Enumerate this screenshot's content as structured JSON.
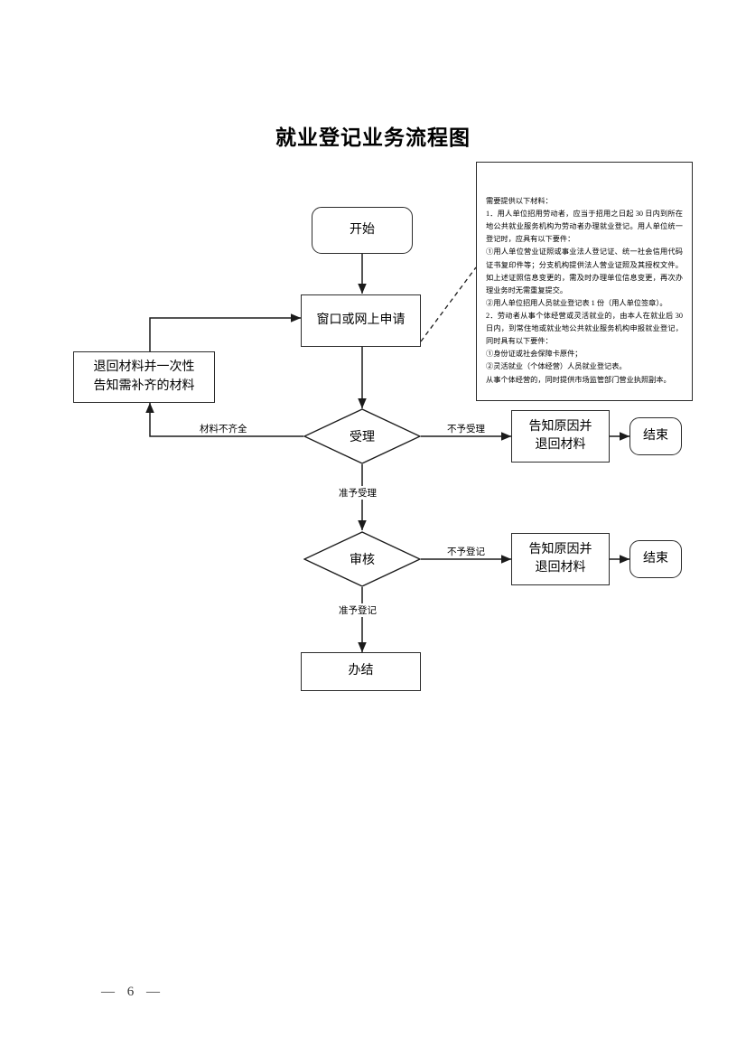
{
  "document": {
    "title": "就业登记业务流程图",
    "page_footer": "—  6  —"
  },
  "note": {
    "heading": "需要提供以下材料：",
    "lines": [
      "1．用人单位招用劳动者，应当于招用之日起 30 日内到所在地公共就业服务机构为劳动者办理就业登记。用人单位统一登记时，应具有以下要件：",
      "①用人单位营业证照或事业法人登记证、统一社会信用代码证书复印件等；分支机构提供法人营业证照及其授权文件。如上述证照信息变更的，需及时办理单位信息变更，再次办理业务时无需重复提交。",
      "②用人单位招用人员就业登记表 1 份（用人单位签章）。",
      "2．劳动者从事个体经营或灵活就业的，由本人在就业后 30 日内，到常住地或就业地公共就业服务机构申报就业登记，同时具有以下要件：",
      "①身份证或社会保障卡原件；",
      "②灵活就业（个体经营）人员就业登记表。",
      "从事个体经营的，同时提供市场监管部门营业执照副本。"
    ]
  },
  "flow": {
    "nodes": [
      {
        "id": "start",
        "label": "开始",
        "shape": "rounded-rect"
      },
      {
        "id": "apply",
        "label": "窗口或网上申请",
        "shape": "rect"
      },
      {
        "id": "return",
        "label": "退回材料并一次性\n告知需补齐的材料",
        "shape": "rect"
      },
      {
        "id": "accept",
        "label": "受理",
        "shape": "diamond"
      },
      {
        "id": "notify1",
        "label": "告知原因并\n退回材料",
        "shape": "rect"
      },
      {
        "id": "end1",
        "label": "结束",
        "shape": "rounded-rect"
      },
      {
        "id": "review",
        "label": "审核",
        "shape": "diamond"
      },
      {
        "id": "notify2",
        "label": "告知原因并\n退回材料",
        "shape": "rect"
      },
      {
        "id": "end2",
        "label": "结束",
        "shape": "rounded-rect"
      },
      {
        "id": "done",
        "label": "办结",
        "shape": "rect"
      }
    ],
    "edge_labels": {
      "incomplete": "材料不齐全",
      "not_accepted": "不予受理",
      "accepted": "准予受理",
      "not_registered": "不予登记",
      "registered": "准予登记"
    }
  },
  "colors": {
    "stroke": "#2b2b2b",
    "text": "#000000",
    "background": "#ffffff"
  }
}
